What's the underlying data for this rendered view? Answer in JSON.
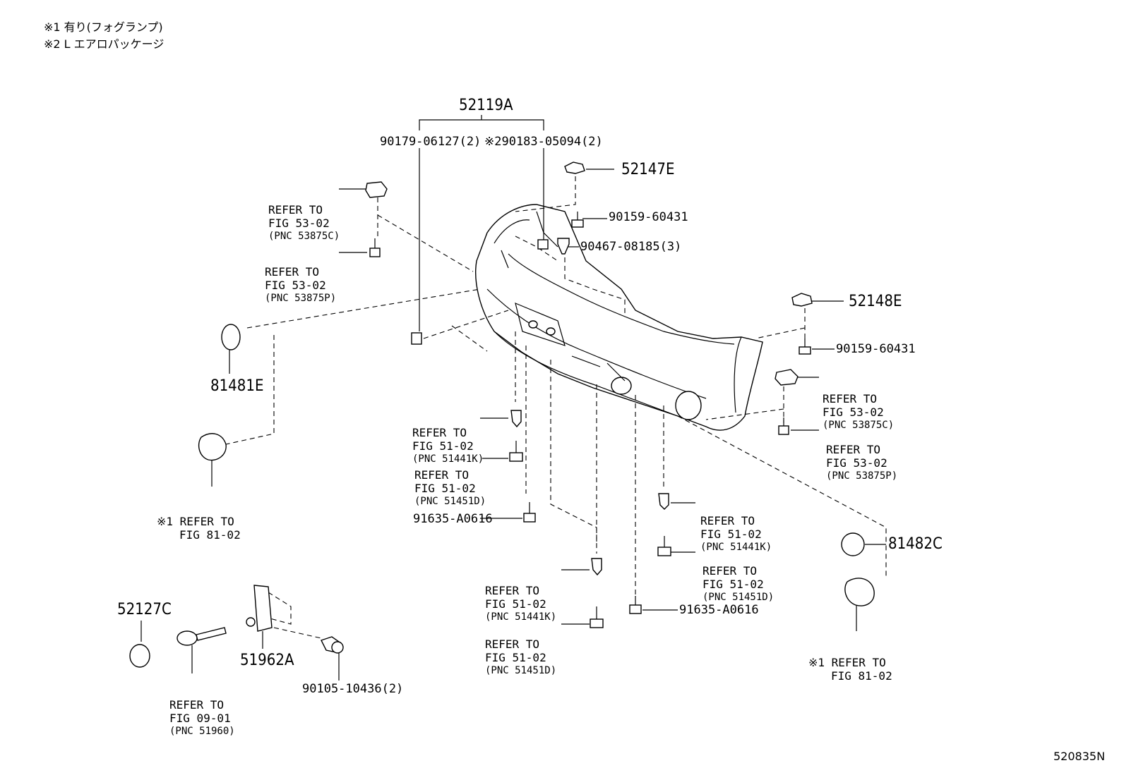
{
  "notes": {
    "note1": "※1 有り(フォグランプ)",
    "note2": "※2 L エアロパッケージ"
  },
  "diagram_id": "520835N",
  "labels": {
    "p52119A": "52119A",
    "p90179": "90179-06127(2)",
    "p90183": "※290183-05094(2)",
    "p52147E": "52147E",
    "p90159_top": "90159-60431",
    "p90467": "90467-08185(3)",
    "p52148E": "52148E",
    "p90159_right": "90159-60431",
    "p81481E": "81481E",
    "p81482C": "81482C",
    "p91635_left": "91635-A0616",
    "p91635_right": "91635-A0616",
    "p52127C": "52127C",
    "p51962A": "51962A",
    "p90105": "90105-10436(2)"
  },
  "refs": [
    {
      "id": "ref_53875C_left",
      "line1": "REFER TO",
      "line2": "FIG 53-02",
      "line3": "(PNC 53875C)"
    },
    {
      "id": "ref_53875P_left",
      "line1": "REFER TO",
      "line2": "FIG 53-02",
      "line3": "(PNC 53875P)"
    },
    {
      "id": "ref_53875C_right",
      "line1": "REFER TO",
      "line2": "FIG 53-02",
      "line3": "(PNC 53875C)"
    },
    {
      "id": "ref_53875P_right",
      "line1": "REFER TO",
      "line2": "FIG 53-02",
      "line3": "(PNC 53875P)"
    },
    {
      "id": "ref_51441K_a",
      "line1": "REFER TO",
      "line2": "FIG 51-02",
      "line3": "(PNC 51441K)"
    },
    {
      "id": "ref_51451D_a",
      "line1": "REFER TO",
      "line2": "FIG 51-02",
      "line3": "(PNC 51451D)"
    },
    {
      "id": "ref_51441K_b",
      "line1": "REFER TO",
      "line2": "FIG 51-02",
      "line3": "(PNC 51441K)"
    },
    {
      "id": "ref_51451D_b",
      "line1": "REFER TO",
      "line2": "FIG 51-02",
      "line3": "(PNC 51451D)"
    },
    {
      "id": "ref_51441K_c",
      "line1": "REFER TO",
      "line2": "FIG 51-02",
      "line3": "(PNC 51441K)"
    },
    {
      "id": "ref_51451D_c",
      "line1": "REFER TO",
      "line2": "FIG 51-02",
      "line3": "(PNC 51451D)"
    },
    {
      "id": "ref_81_left",
      "line1": "※1 REFER TO",
      "line2": "FIG 81-02",
      "line3": ""
    },
    {
      "id": "ref_81_right",
      "line1": "※1 REFER TO",
      "line2": "FIG 81-02",
      "line3": ""
    },
    {
      "id": "ref_09_01",
      "line1": "REFER TO",
      "line2": "FIG 09-01",
      "line3": "(PNC 51960)"
    }
  ]
}
